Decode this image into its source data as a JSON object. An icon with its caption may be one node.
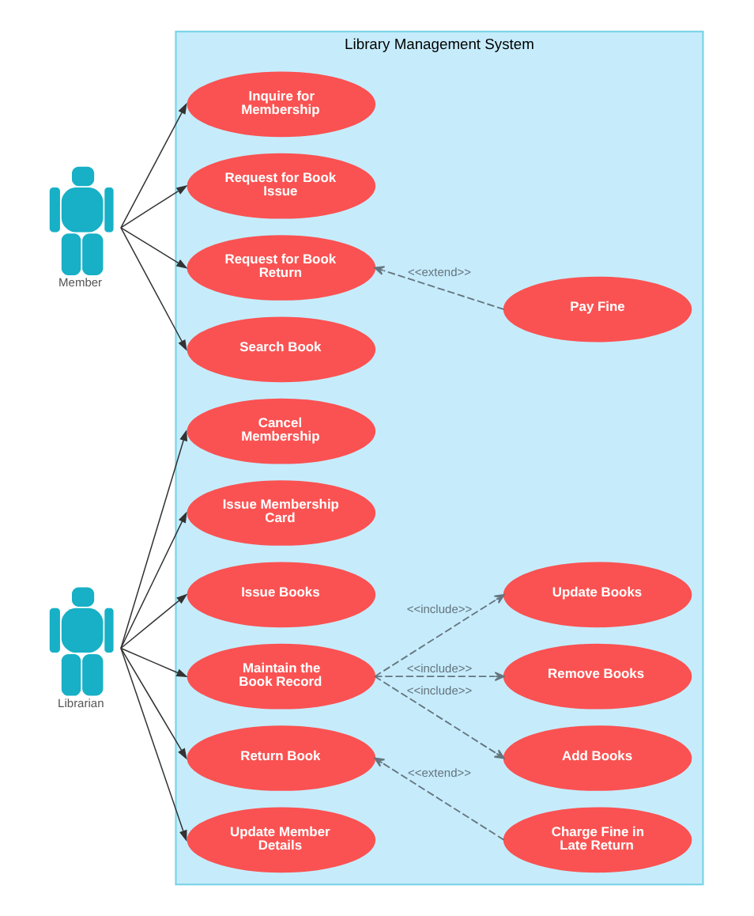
{
  "diagram": {
    "nodes": [
      {
        "text": [
          "Library Management System"
        ]
      },
      {
        "text": [
          "Member"
        ]
      },
      {
        "text": [
          "Librarian"
        ]
      },
      {
        "text": [
          "Inquire for Membership"
        ],
        "in": 0
      },
      {
        "text": [
          "Request for Book Issue"
        ],
        "in": 0
      },
      {
        "text": [
          "Pay Fine"
        ],
        "in": 0
      },
      {
        "text": [
          "Request for Book Return"
        ],
        "in": 0
      },
      {
        "text": [
          "Search Book"
        ],
        "in": 0
      },
      {
        "text": [
          "Cancel Membership"
        ],
        "in": 0
      },
      {
        "text": [
          "Issue Membership Card"
        ],
        "in": 0
      },
      {
        "text": [
          "Add Books"
        ],
        "in": 0
      },
      {
        "text": [
          "Issue Books"
        ],
        "in": 0
      },
      {
        "text": [
          "Maintain the Book Record"
        ],
        "in": 0
      },
      {
        "text": [
          "Remove Books"
        ],
        "in": 0
      },
      {
        "text": [
          "Return Book"
        ],
        "in": 0
      },
      {
        "text": [
          "Update Books"
        ],
        "in": 0
      },
      {
        "text": [
          "Charge Fine in Late Return"
        ],
        "in": 0
      },
      {
        "text": [
          "Update Member Details"
        ],
        "in": 0
      }
    ],
    "edges": [
      {
        "from": 1,
        "to": 3,
        "arrow": "to"
      },
      {
        "from": 1,
        "to": 4,
        "arrow": "to"
      },
      {
        "from": 1,
        "to": 6,
        "arrow": "to"
      },
      {
        "from": 1,
        "to": 7,
        "arrow": "to"
      },
      {
        "from": 5,
        "to": 6,
        "arrow": "to",
        "label": "<<extend>>",
        "style": "dashed",
        "color": "#66757f"
      },
      {
        "from": 2,
        "to": 9,
        "arrow": "to"
      },
      {
        "from": 2,
        "to": 8,
        "arrow": "to"
      },
      {
        "from": 2,
        "to": 11,
        "arrow": "to"
      },
      {
        "from": 2,
        "to": 12,
        "arrow": "to"
      },
      {
        "from": 2,
        "to": 14,
        "arrow": "to"
      },
      {
        "from": 2,
        "to": 17,
        "arrow": "to"
      },
      {
        "from": 12,
        "to": 10,
        "arrow": "to",
        "label": "<<include>>",
        "style": "dashed",
        "color": "#66757f"
      },
      {
        "from": 12,
        "to": 13,
        "arrow": "to",
        "label": "<<include>>",
        "style": "dashed",
        "color": "#66757f"
      },
      {
        "from": 12,
        "to": 15,
        "arrow": "to",
        "label": "<<include>>",
        "style": "dashed",
        "color": "#66757f"
      },
      {
        "from": 16,
        "to": 14,
        "arrow": "to",
        "label": "<<extend>>",
        "style": "dashed",
        "color": "#66757f"
      }
    ]
  }
}
